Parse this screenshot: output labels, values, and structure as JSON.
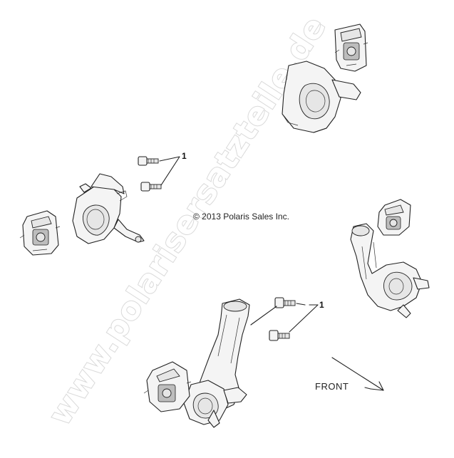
{
  "diagram": {
    "copyright": "© 2013 Polaris Sales Inc.",
    "front_label": "FRONT",
    "callout_upper": "1",
    "callout_lower": "1",
    "watermark": "www.polarisersatzteile.de"
  }
}
